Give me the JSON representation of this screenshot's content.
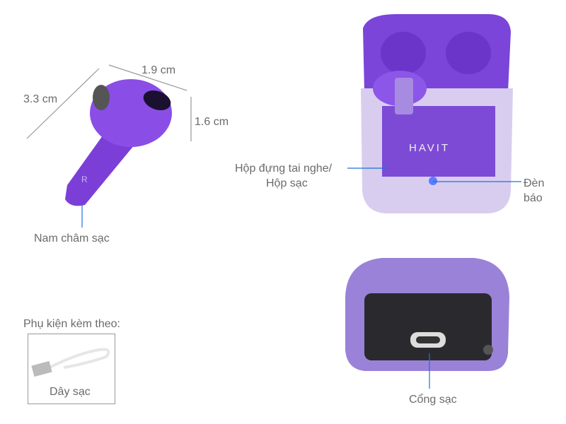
{
  "dimensions": {
    "height": "3.3 cm",
    "width": "1.9 cm",
    "depth": "1.6 cm"
  },
  "labels": {
    "magnet": "Nam châm sạc",
    "case_line1": "Hộp đựng tai nghe/",
    "case_line2": "Hộp sạc",
    "led_line1": "Đèn",
    "led_line2": "báo",
    "port": "Cổng sạc"
  },
  "accessories": {
    "title": "Phụ kiện kèm theo:",
    "item": "Dây sạc"
  },
  "product": {
    "brand": "HAVIT",
    "earbud_mark": "R"
  },
  "colors": {
    "product": "#7a3fd6",
    "callout_line": "#1a73d9",
    "dimension_line": "#999999"
  }
}
